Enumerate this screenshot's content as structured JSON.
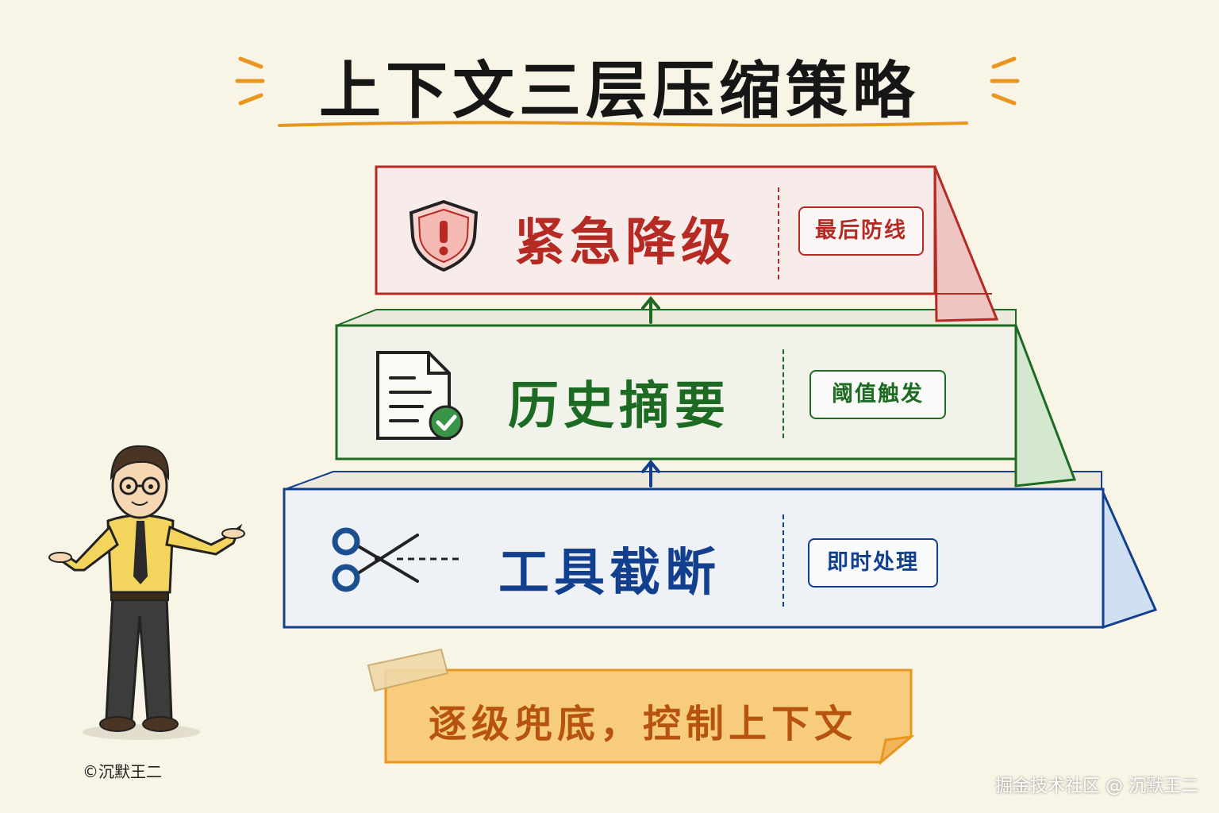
{
  "title": "上下文三层压缩策略",
  "tiers": [
    {
      "label": "紧急降级",
      "tag": "最后防线",
      "icon": "shield-alert-icon",
      "color": "#b52a23"
    },
    {
      "label": "历史摘要",
      "tag": "阈值触发",
      "icon": "document-check-icon",
      "color": "#1d6a23"
    },
    {
      "label": "工具截断",
      "tag": "即时处理",
      "icon": "scissors-icon",
      "color": "#123f8e"
    }
  ],
  "banner": "逐级兜底，控制上下文",
  "copyright": "©沉默王二",
  "watermark": "掘金技术社区 @ 沉默王二",
  "colors": {
    "background": "#f8f4e6",
    "accent": "#e9961f"
  }
}
